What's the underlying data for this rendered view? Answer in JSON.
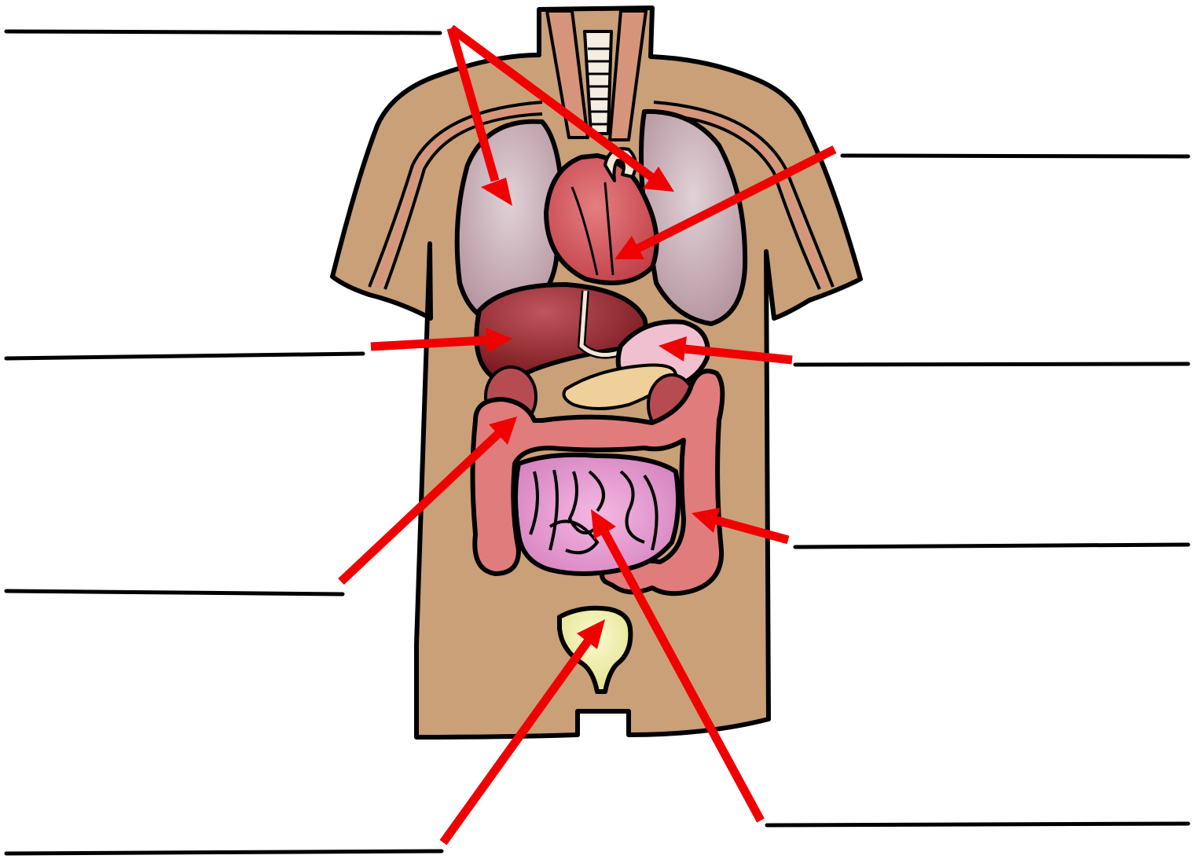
{
  "title": "",
  "colors": {
    "skin": "#c9a078",
    "neck_muscle": "#d6957a",
    "lung": "#c7aab3",
    "heart": "#d14f55",
    "liver": "#8e1f26",
    "stomach": "#f0c0d0",
    "pancreas": "#efcf9a",
    "large_intestine": "#e07c7c",
    "small_intestine": "#e79ad0",
    "bladder": "#f1f0a4",
    "arrow": "#f00000",
    "blank_line": "#000000"
  },
  "answer_blanks": [
    {
      "id": "lungs",
      "text": ""
    },
    {
      "id": "heart",
      "text": ""
    },
    {
      "id": "liver",
      "text": ""
    },
    {
      "id": "stomach",
      "text": ""
    },
    {
      "id": "small-intestine-left",
      "text": ""
    },
    {
      "id": "large-intestine",
      "text": ""
    },
    {
      "id": "bladder",
      "text": ""
    },
    {
      "id": "small-intestine",
      "text": ""
    }
  ]
}
